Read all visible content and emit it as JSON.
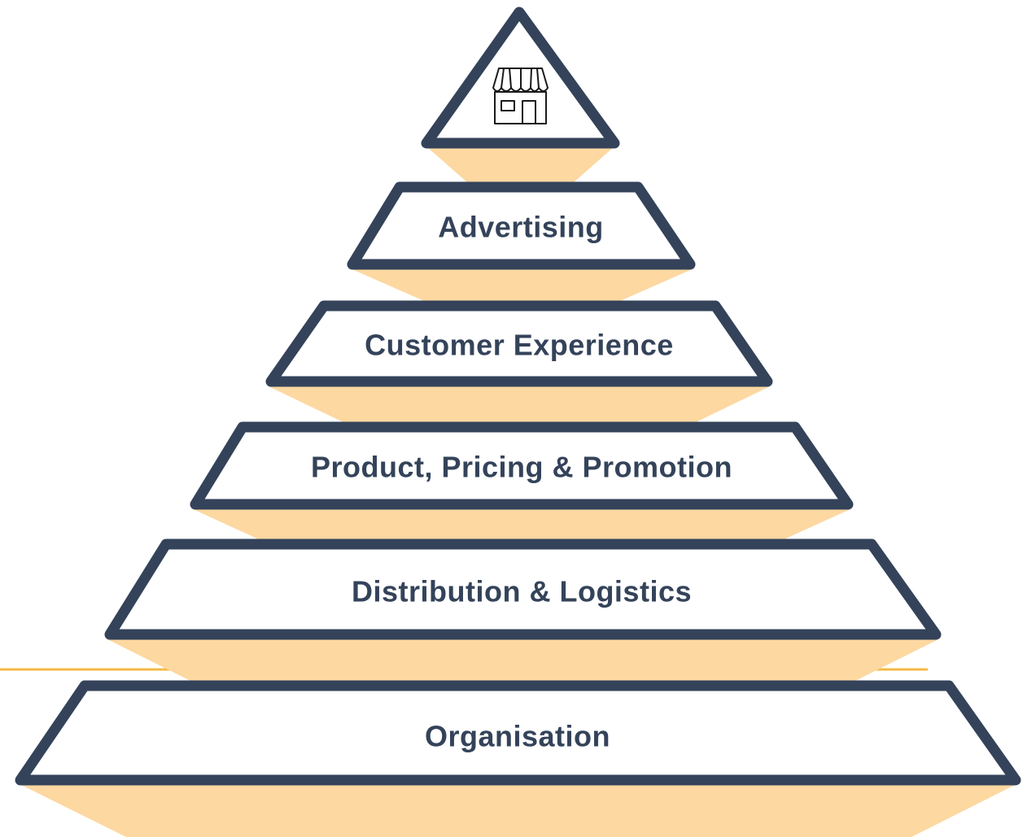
{
  "diagram": {
    "type": "pyramid",
    "apex_icon": "storefront-icon",
    "tiers": [
      {
        "key": "advertising",
        "label": "Advertising"
      },
      {
        "key": "customer-experience",
        "label": "Customer Experience"
      },
      {
        "key": "product-pricing-promotion",
        "label": "Product, Pricing & Promotion"
      },
      {
        "key": "distribution-logistics",
        "label": "Distribution & Logistics"
      },
      {
        "key": "organisation",
        "label": "Organisation"
      }
    ]
  },
  "colors": {
    "outline": "#34435a",
    "shadow": "#fdd8a1",
    "accent_line": "#f5b944",
    "fill": "#ffffff",
    "text": "#34435a"
  }
}
